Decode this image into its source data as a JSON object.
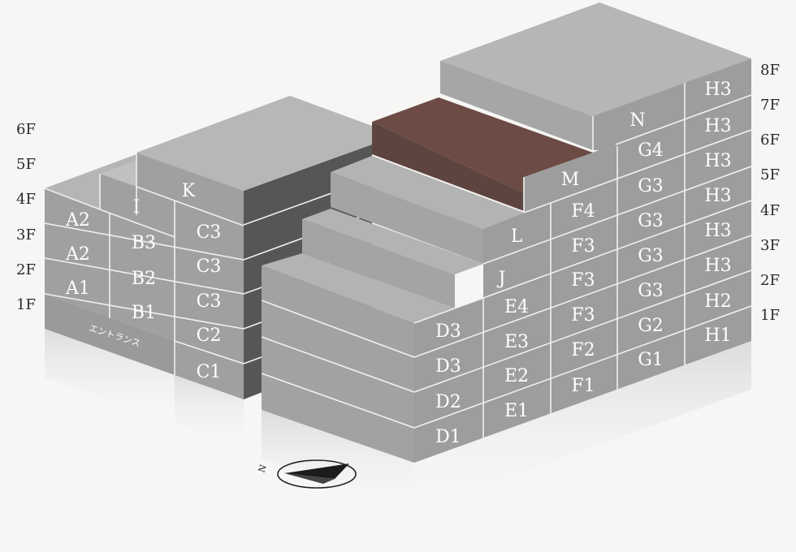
{
  "floors_left": [
    "6F",
    "5F",
    "4F",
    "3F",
    "2F",
    "1F"
  ],
  "floors_right": [
    "8F",
    "7F",
    "6F",
    "5F",
    "4F",
    "3F",
    "2F",
    "1F"
  ],
  "entrance": "エントランス",
  "compass_letter": "N",
  "units": {
    "K": "K",
    "I": "I",
    "A2a": "A2",
    "A2b": "A2",
    "A1": "A1",
    "B3": "B3",
    "B2": "B2",
    "B1": "B1",
    "C3a": "C3",
    "C3b": "C3",
    "C3c": "C3",
    "C2": "C2",
    "C1": "C1",
    "D3a": "D3",
    "D3b": "D3",
    "D2": "D2",
    "D1": "D1",
    "E4": "E4",
    "E3": "E3",
    "E2": "E2",
    "E1": "E1",
    "F4": "F4",
    "F3a": "F3",
    "F3b": "F3",
    "F3c": "F3",
    "F2": "F2",
    "F1": "F1",
    "G4": "G4",
    "G3a": "G3",
    "G3b": "G3",
    "G3c": "G3",
    "G3d": "G3",
    "G2": "G2",
    "G1": "G1",
    "H3a": "H3",
    "H3b": "H3",
    "H3c": "H3",
    "H3d": "H3",
    "H3e": "H3",
    "H3f": "H3",
    "H2": "H2",
    "H1": "H1",
    "J": "J",
    "L": "L",
    "M": "M",
    "N": "N"
  },
  "colors": {
    "background": "#f7f6f4",
    "front": "#9f9f9f",
    "side": "#8c8c8c",
    "top": "#b3b3b3",
    "dark_side": "#555555",
    "highlight_front": "#5f4540",
    "highlight_top": "#6c4b44",
    "seam": "#f0f0f0",
    "label": "#ffffff"
  }
}
